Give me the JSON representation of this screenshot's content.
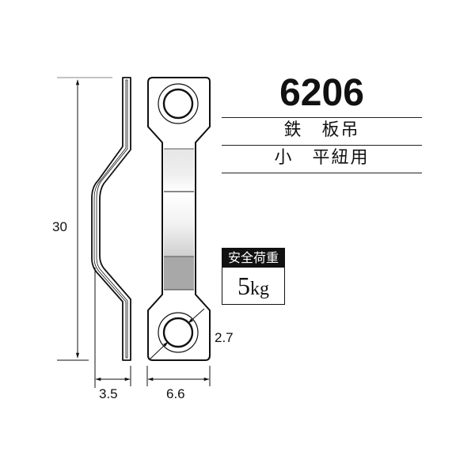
{
  "product": {
    "model_number": "6206",
    "spec_lines": [
      "鉄　板吊",
      "小　平紐用"
    ]
  },
  "safe_load": {
    "label": "安全荷重",
    "value": "5",
    "unit": "kg"
  },
  "dimensions": {
    "height": "30",
    "thickness": "3.5",
    "width": "6.6",
    "hole_diameter": "2.7"
  },
  "colors": {
    "line": "#111111",
    "light_band": "#ececec",
    "dark_band": "#a8a8a8",
    "dim_line": "#888888"
  }
}
